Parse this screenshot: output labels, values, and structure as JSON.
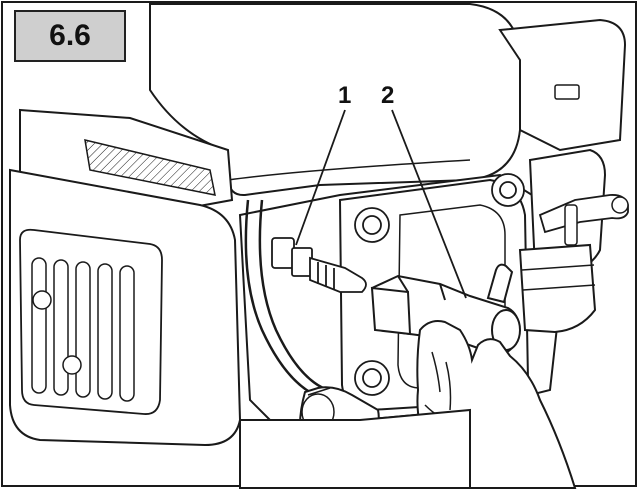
{
  "figure": {
    "number": "6.6"
  },
  "callouts": [
    {
      "label": "1",
      "target": "spark-plug"
    },
    {
      "label": "2",
      "target": "spark-plug-wrench"
    }
  ],
  "colors": {
    "ink": "#1a1a1a",
    "paper": "#ffffff",
    "badge_fill": "#cfcfcf"
  }
}
